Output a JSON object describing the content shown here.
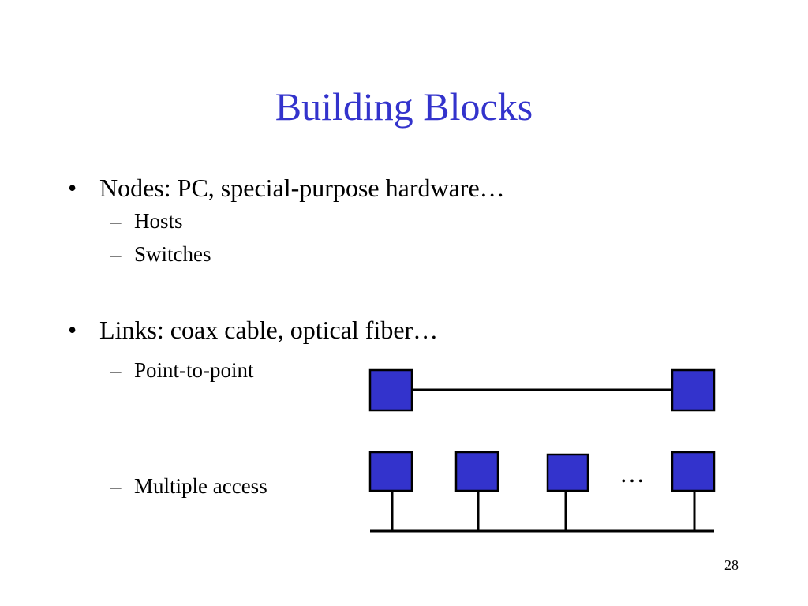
{
  "slide": {
    "title": "Building Blocks",
    "page_number": "28",
    "bullets": [
      {
        "text": "Nodes: PC, special-purpose hardware…",
        "subitems": [
          "Hosts",
          "Switches"
        ]
      },
      {
        "text": "Links: coax cable, optical fiber…",
        "subitems": [
          "Point-to-point",
          "Multiple access"
        ]
      }
    ],
    "bullet_glyph": "•",
    "sub_glyph": "–"
  },
  "diagram": {
    "node_color": "#3333cc",
    "multiple_access_ellipsis": "…"
  }
}
